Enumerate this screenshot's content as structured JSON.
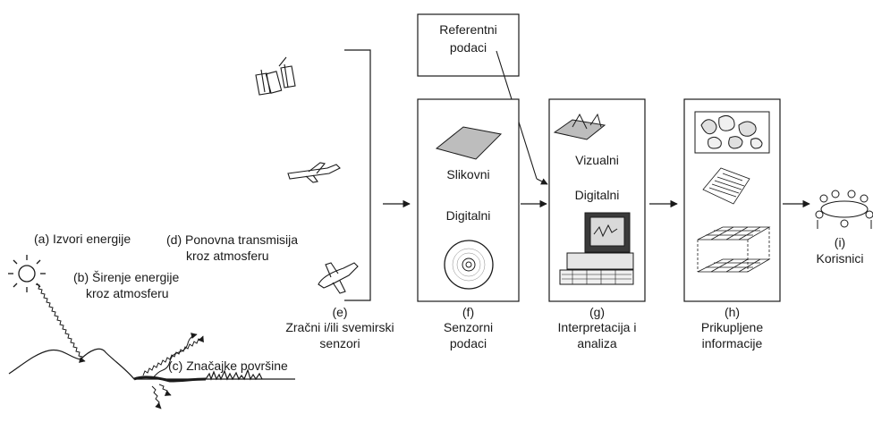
{
  "energy_section": {
    "a_label": "(a) Izvori energije",
    "b_label_line1": "(b) Širenje energije",
    "b_label_line2": "kroz atmosferu",
    "c_label": "(c) Značajke površine",
    "d_label_line1": "(d) Ponovna transmisija",
    "d_label_line2": "kroz atmosferu"
  },
  "reference_box": {
    "line1": "Referentni",
    "line2": "podaci"
  },
  "stages": {
    "e": {
      "letter": "(e)",
      "line1": "Zračni i/ili svemirski",
      "line2": "senzori"
    },
    "f": {
      "letter": "(f)",
      "line1": "Senzorni",
      "line2": "podaci",
      "box_text_1": "Slikovni",
      "box_text_2": "Digitalni"
    },
    "g": {
      "letter": "(g)",
      "line1": "Interpretacija i",
      "line2": "analiza",
      "box_text_1": "Vizualni",
      "box_text_2": "Digitalni"
    },
    "h": {
      "letter": "(h)",
      "line1": "Prikupljene",
      "line2": "informacije"
    },
    "i": {
      "letter": "(i)",
      "line1": "Korisnici"
    }
  }
}
